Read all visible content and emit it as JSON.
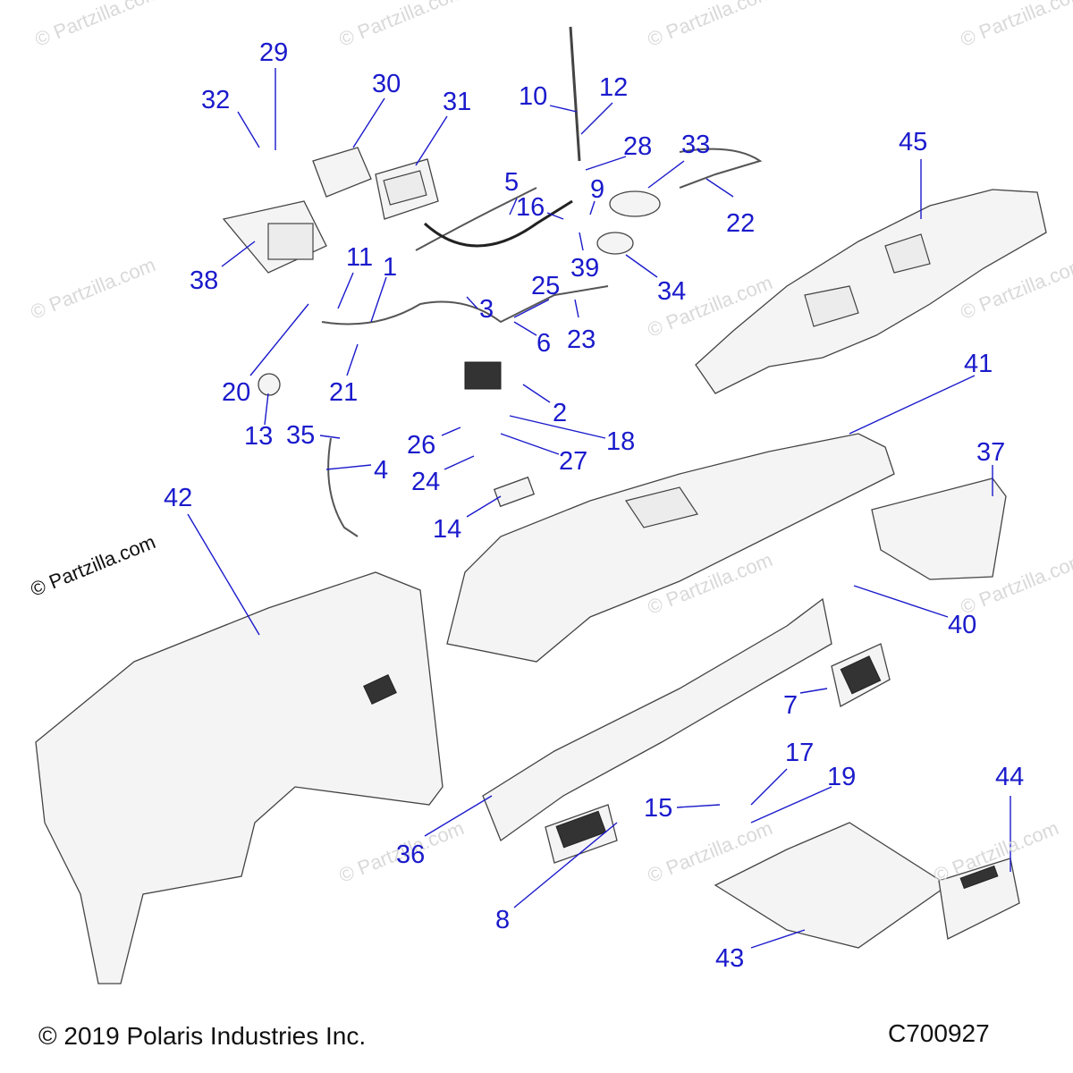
{
  "callouts": [
    {
      "n": "29"
    },
    {
      "n": "30"
    },
    {
      "n": "31"
    },
    {
      "n": "32"
    },
    {
      "n": "10"
    },
    {
      "n": "12"
    },
    {
      "n": "28"
    },
    {
      "n": "33"
    },
    {
      "n": "5"
    },
    {
      "n": "9"
    },
    {
      "n": "22"
    },
    {
      "n": "16"
    },
    {
      "n": "45"
    },
    {
      "n": "38"
    },
    {
      "n": "11"
    },
    {
      "n": "1"
    },
    {
      "n": "39"
    },
    {
      "n": "34"
    },
    {
      "n": "25"
    },
    {
      "n": "3"
    },
    {
      "n": "6"
    },
    {
      "n": "23"
    },
    {
      "n": "20"
    },
    {
      "n": "21"
    },
    {
      "n": "2"
    },
    {
      "n": "41"
    },
    {
      "n": "13"
    },
    {
      "n": "35"
    },
    {
      "n": "26"
    },
    {
      "n": "18"
    },
    {
      "n": "27"
    },
    {
      "n": "4"
    },
    {
      "n": "24"
    },
    {
      "n": "37"
    },
    {
      "n": "42"
    },
    {
      "n": "14"
    },
    {
      "n": "40"
    },
    {
      "n": "7"
    },
    {
      "n": "17"
    },
    {
      "n": "19"
    },
    {
      "n": "15"
    },
    {
      "n": "44"
    },
    {
      "n": "36"
    },
    {
      "n": "8"
    },
    {
      "n": "43"
    }
  ],
  "watermark": "© Partzilla.com",
  "footer": {
    "copyright": "© 2019 Polaris Industries Inc.",
    "code": "C700927"
  },
  "colors": {
    "callout": "#1a1acc",
    "line_art": "#444444"
  }
}
